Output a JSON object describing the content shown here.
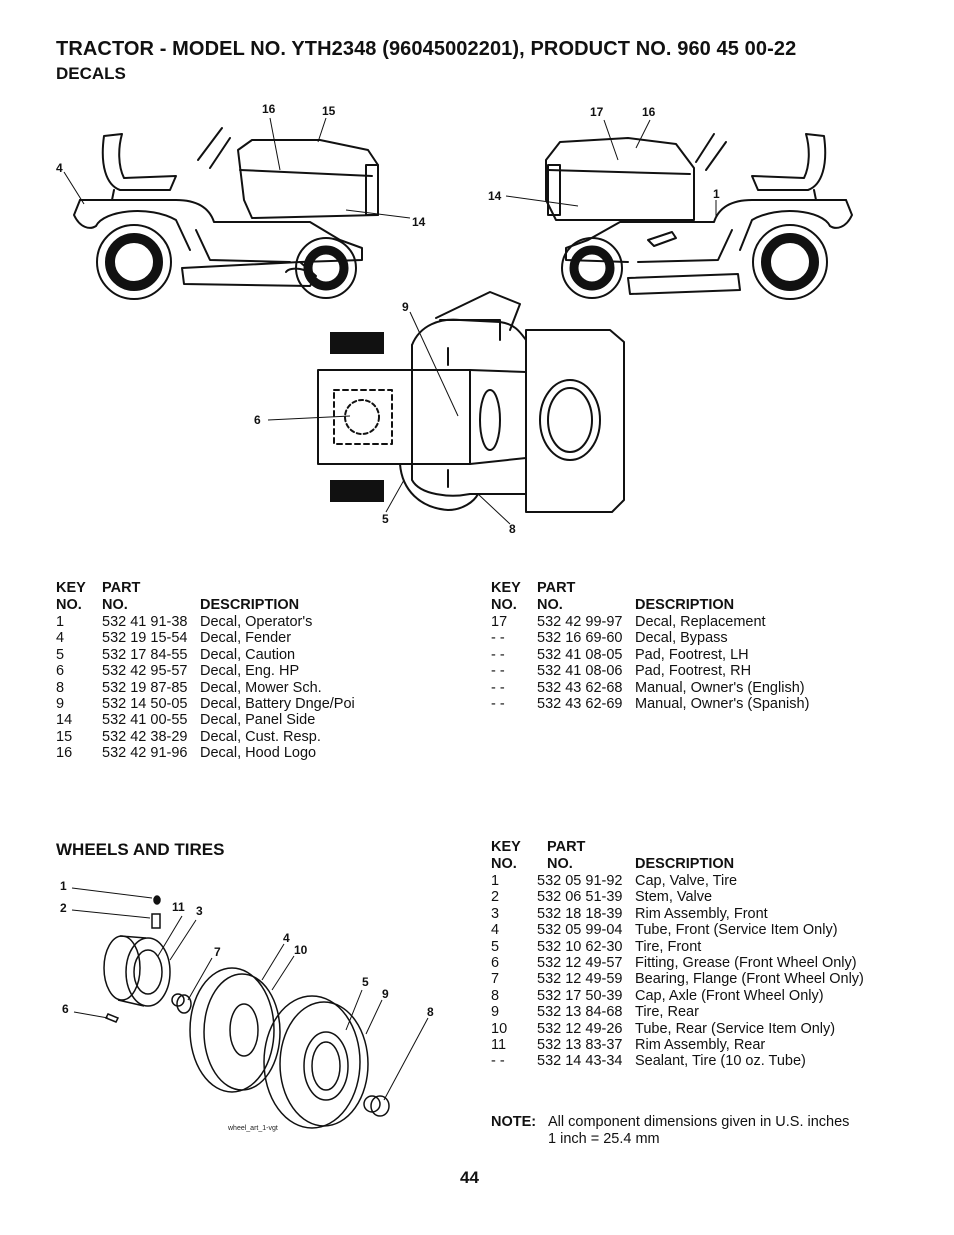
{
  "header": {
    "title": "TRACTOR - MODEL NO. YTH2348 (96045002201), PRODUCT NO. 960 45 00-22",
    "section": "DECALS"
  },
  "decals_callouts": {
    "left_view": [
      "4",
      "16",
      "15",
      "14"
    ],
    "right_view": [
      "17",
      "16",
      "14",
      "1"
    ],
    "top_view": [
      "9",
      "6",
      "5",
      "8"
    ]
  },
  "decals_table_headers": {
    "key_line1": "KEY",
    "key_line2": "NO.",
    "part_line1": "PART",
    "part_line2": "NO.",
    "description": "DESCRIPTION"
  },
  "decals_left": [
    {
      "key": "1",
      "part": "532 41 91-38",
      "desc": "Decal, Operator's"
    },
    {
      "key": "4",
      "part": "532 19 15-54",
      "desc": "Decal, Fender"
    },
    {
      "key": "5",
      "part": "532 17 84-55",
      "desc": "Decal, Caution"
    },
    {
      "key": "6",
      "part": "532 42 95-57",
      "desc": "Decal, Eng. HP"
    },
    {
      "key": "8",
      "part": "532 19 87-85",
      "desc": "Decal, Mower Sch."
    },
    {
      "key": "9",
      "part": "532 14 50-05",
      "desc": "Decal, Battery Dnge/Poi"
    },
    {
      "key": "14",
      "part": "532 41 00-55",
      "desc": "Decal, Panel Side"
    },
    {
      "key": "15",
      "part": "532 42 38-29",
      "desc": "Decal, Cust. Resp."
    },
    {
      "key": "16",
      "part": "532 42 91-96",
      "desc": "Decal, Hood Logo"
    }
  ],
  "decals_right": [
    {
      "key": "17",
      "part": "532 42 99-97",
      "desc": "Decal, Replacement"
    },
    {
      "key": "- -",
      "part": "532 16 69-60",
      "desc": "Decal, Bypass"
    },
    {
      "key": "- -",
      "part": "532 41 08-05",
      "desc": "Pad, Footrest, LH"
    },
    {
      "key": "- -",
      "part": "532 41 08-06",
      "desc": "Pad, Footrest, RH"
    },
    {
      "key": " - -",
      "part": "532 43 62-68",
      "desc": "Manual, Owner's (English)"
    },
    {
      "key": " - -",
      "part": "532 43 62-69",
      "desc": "Manual, Owner's (Spanish)"
    }
  ],
  "wheels": {
    "heading": "WHEELS AND TIRES",
    "callouts": [
      "1",
      "2",
      "11",
      "3",
      "7",
      "4",
      "10",
      "6",
      "5",
      "9",
      "8"
    ],
    "art_caption": "wheel_art_1-vgt",
    "table": [
      {
        "key": "1",
        "part": "532 05 91-92",
        "desc": "Cap, Valve, Tire"
      },
      {
        "key": "2",
        "part": "532 06 51-39",
        "desc": "Stem, Valve"
      },
      {
        "key": "3",
        "part": "532 18 18-39",
        "desc": "Rim Assembly, Front"
      },
      {
        "key": "4",
        "part": "532 05 99-04",
        "desc": "Tube, Front (Service Item Only)"
      },
      {
        "key": "5",
        "part": "532 10 62-30",
        "desc": "Tire, Front"
      },
      {
        "key": "6",
        "part": "532 12 49-57",
        "desc": "Fitting, Grease (Front Wheel Only)"
      },
      {
        "key": "7",
        "part": "532 12 49-59",
        "desc": "Bearing, Flange (Front Wheel Only)"
      },
      {
        "key": "8",
        "part": "532 17 50-39",
        "desc": "Cap, Axle (Front Wheel Only)"
      },
      {
        "key": "9",
        "part": "532 13 84-68",
        "desc": "Tire, Rear"
      },
      {
        "key": "10",
        "part": "532 12 49-26",
        "desc": "Tube, Rear (Service Item Only)"
      },
      {
        "key": "11",
        "part": "532 13 83-37",
        "desc": "Rim Assembly, Rear"
      },
      {
        "key": "- -",
        "part": "532 14 43-34",
        "desc": "Sealant, Tire (10 oz. Tube)"
      }
    ]
  },
  "note": {
    "label": "NOTE:",
    "line1": "All component dimensions given in U.S. inches",
    "line2": "1 inch = 25.4 mm"
  },
  "page_number": "44"
}
